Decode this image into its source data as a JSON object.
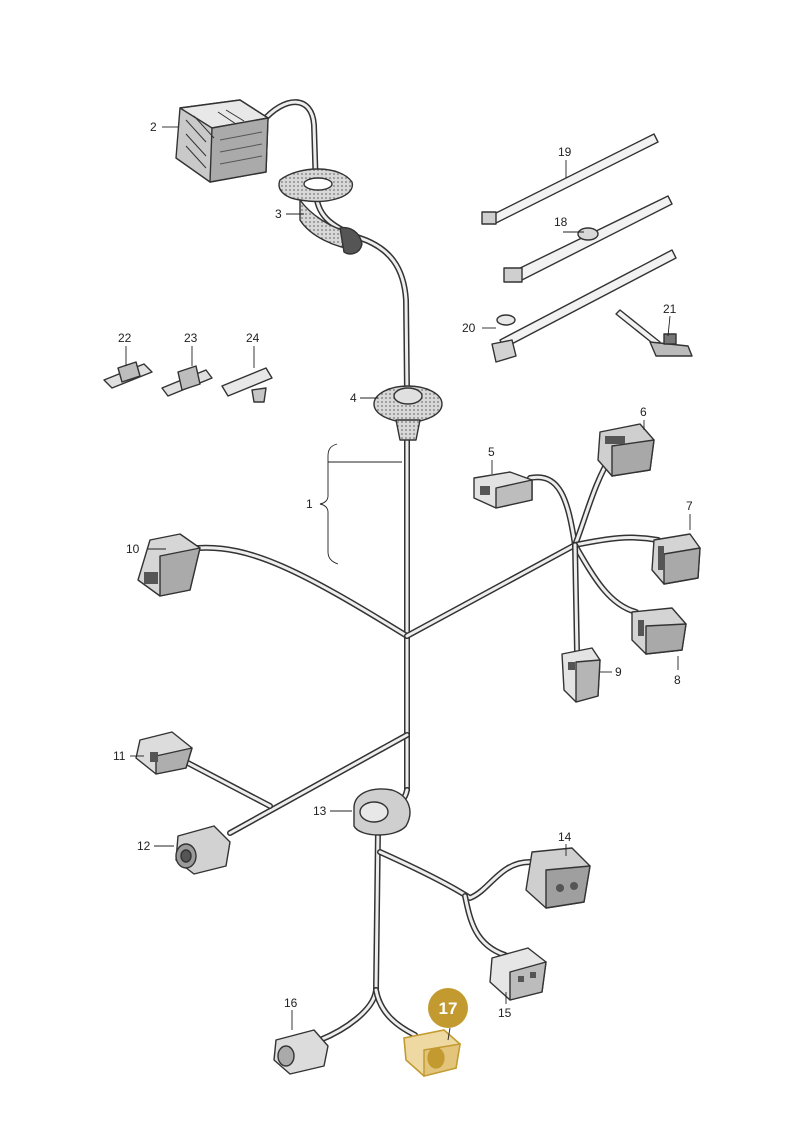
{
  "callouts": {
    "p1": "1",
    "p2": "2",
    "p3": "3",
    "p4": "4",
    "p5": "5",
    "p6": "6",
    "p7": "7",
    "p8": "8",
    "p9": "9",
    "p10": "10",
    "p11": "11",
    "p12": "12",
    "p13": "13",
    "p14": "14",
    "p15": "15",
    "p16": "16",
    "p17": "17",
    "p18": "18",
    "p19": "19",
    "p20": "20",
    "p21": "21",
    "p22": "22",
    "p23": "23",
    "p24": "24"
  },
  "highlighted_part": "17",
  "colors": {
    "highlight": "#c39a2f",
    "highlight_fill": "#efd9a2",
    "line": "#333333",
    "wire_core": "#eeeeee",
    "part_fill": "#dcdcdc",
    "part_dark": "#9a9a9a"
  }
}
